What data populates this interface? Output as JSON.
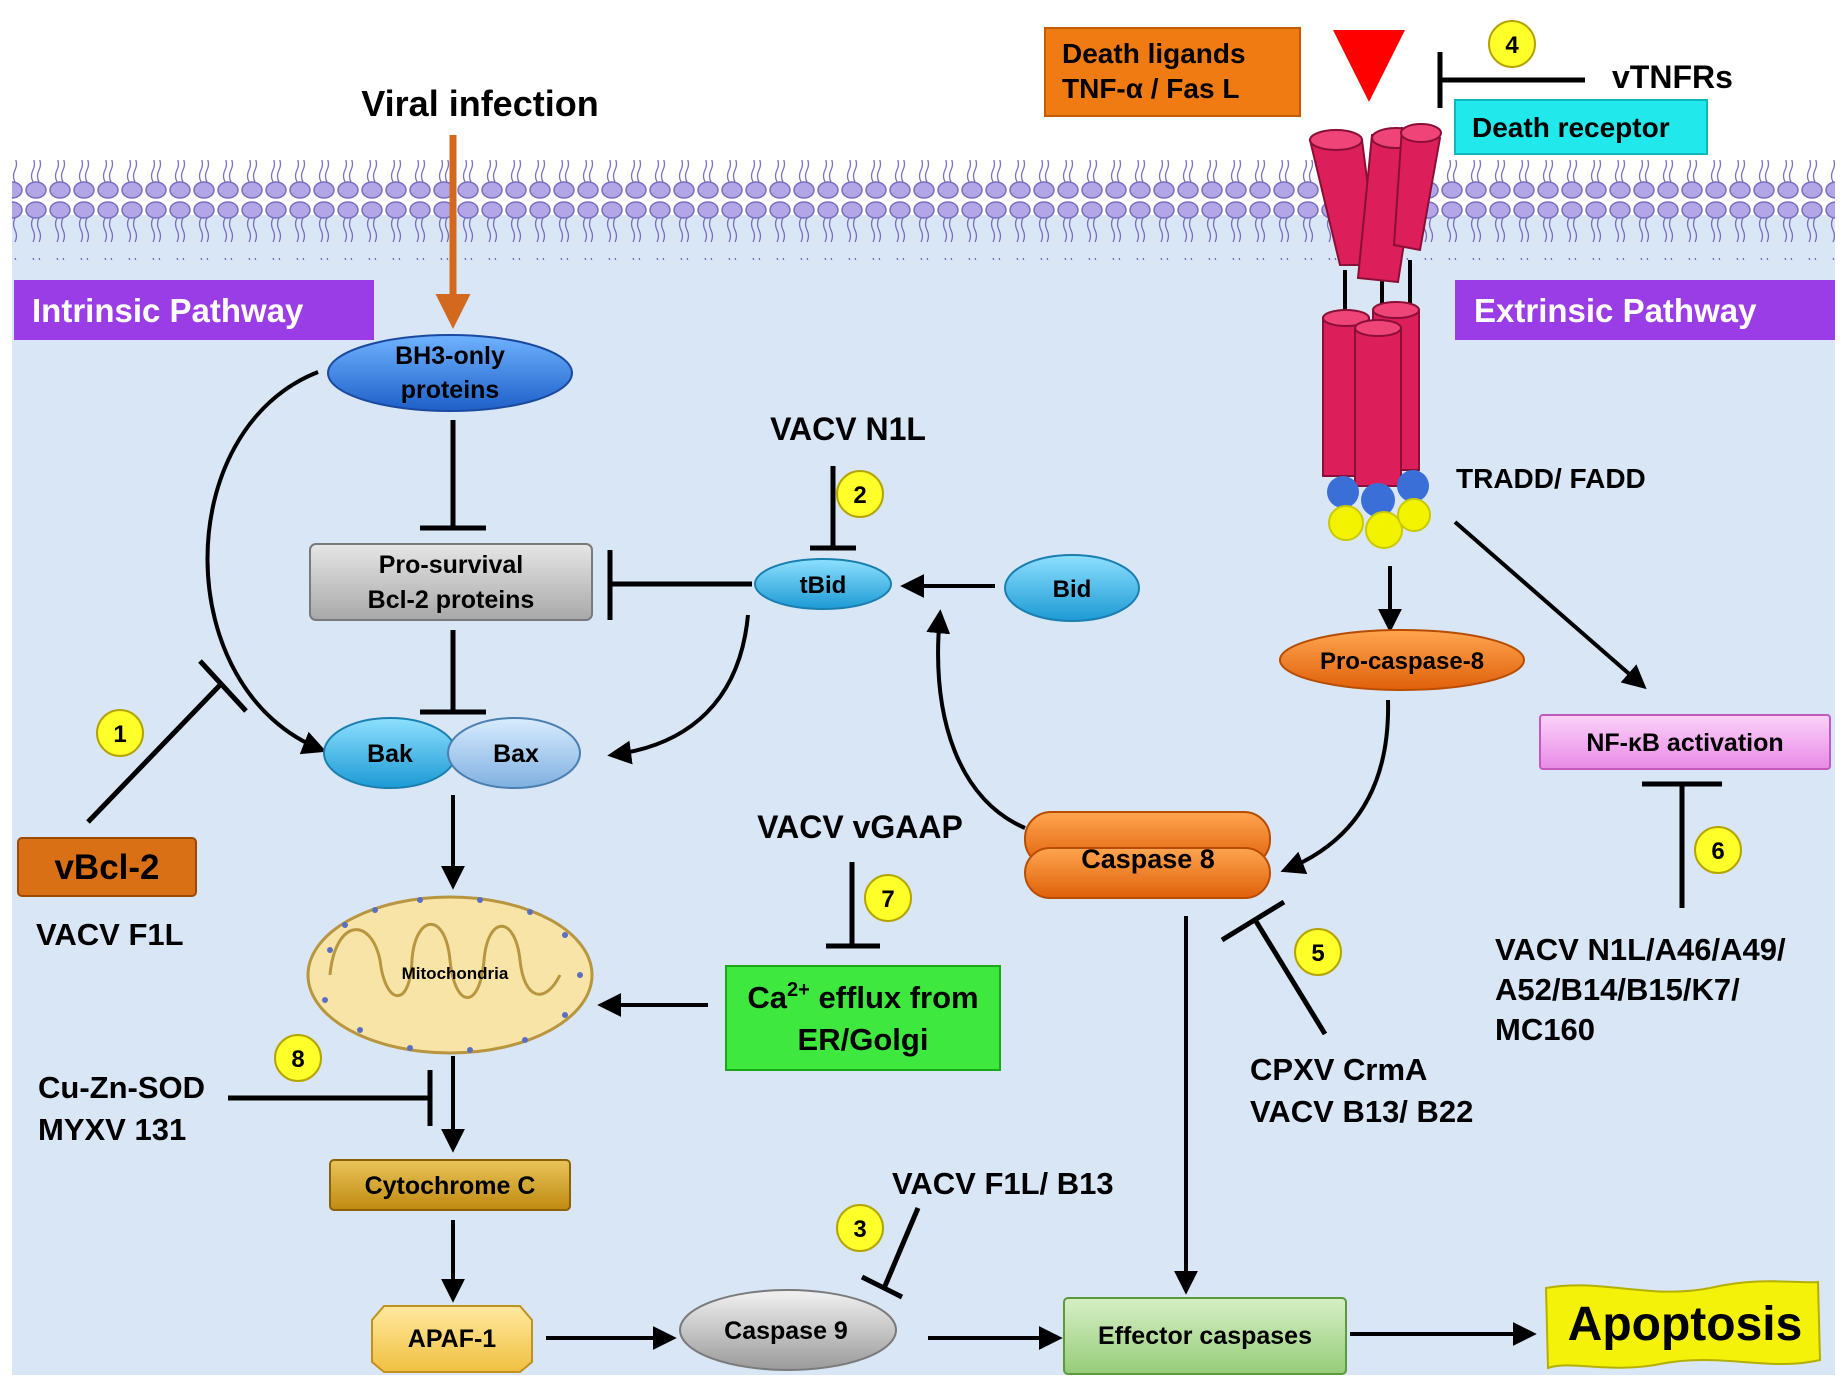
{
  "top": {
    "viral_infection": "Viral infection",
    "death_ligands_line1": "Death ligands",
    "death_ligands_line2": "TNF-α /  Fas L",
    "vtnfrs": "vTNFRs",
    "death_receptor": "Death receptor"
  },
  "pathways": {
    "intrinsic": "Intrinsic Pathway",
    "extrinsic": "Extrinsic Pathway"
  },
  "nodes": {
    "bh3_line1": "BH3-only",
    "bh3_line2": "proteins",
    "prosurvival_line1": "Pro-survival",
    "prosurvival_line2": "Bcl-2 proteins",
    "bak": "Bak",
    "bax": "Bax",
    "tbid": "tBid",
    "bid": "Bid",
    "mitochondria": "Mitochondria",
    "cytochrome_c": "Cytochrome C",
    "apaf1": "APAF-1",
    "caspase9": "Caspase 9",
    "effector_caspases": "Effector caspases",
    "apoptosis": "Apoptosis",
    "caspase8": "Caspase 8",
    "procaspase8": "Pro-caspase-8",
    "tradd_fadd": "TRADD/ FADD",
    "nfkb": "NF-κB activation",
    "ca_efflux_prefix": "Ca",
    "ca_efflux_sup": "2+",
    "ca_efflux_line1_rest": " efflux from",
    "ca_efflux_line2": "ER/Golgi"
  },
  "inhibitors": {
    "vbcl2": "vBcl-2",
    "vacv_f1l": "VACV F1L",
    "vacv_n1l": "VACV N1L",
    "vacv_vgaap": "VACV vGAAP",
    "cu_zn_sod": "Cu-Zn-SOD",
    "myxv_131": "MYXV 131",
    "vacv_f1l_b13": "VACV F1L/ B13",
    "cpxv_crma": "CPXV CrmA",
    "vacv_b13_b22": "VACV B13/ B22",
    "nfkb_inhib_line1": "VACV N1L/A46/A49/",
    "nfkb_inhib_line2": "A52/B14/B15/K7/",
    "nfkb_inhib_line3": "MC160"
  },
  "badges": [
    "1",
    "2",
    "3",
    "4",
    "5",
    "6",
    "7",
    "8"
  ],
  "colors": {
    "cytoplasm": "#d9e6f5",
    "purple_label": "#9b3de6",
    "orange": "#f07b12",
    "receptor_red": "#dc1e5a",
    "bh3_blue": "#2b7be0",
    "cyan": "#29b4e8",
    "badge_yellow": "#ffff2a",
    "apoptosis_yellow": "#f5f20a",
    "green": "#3ee83e",
    "pink": "#f6a8f4",
    "cytochrome": "#d4a018",
    "apaf": "#f6d36a",
    "effector": "#b8e0a2"
  }
}
